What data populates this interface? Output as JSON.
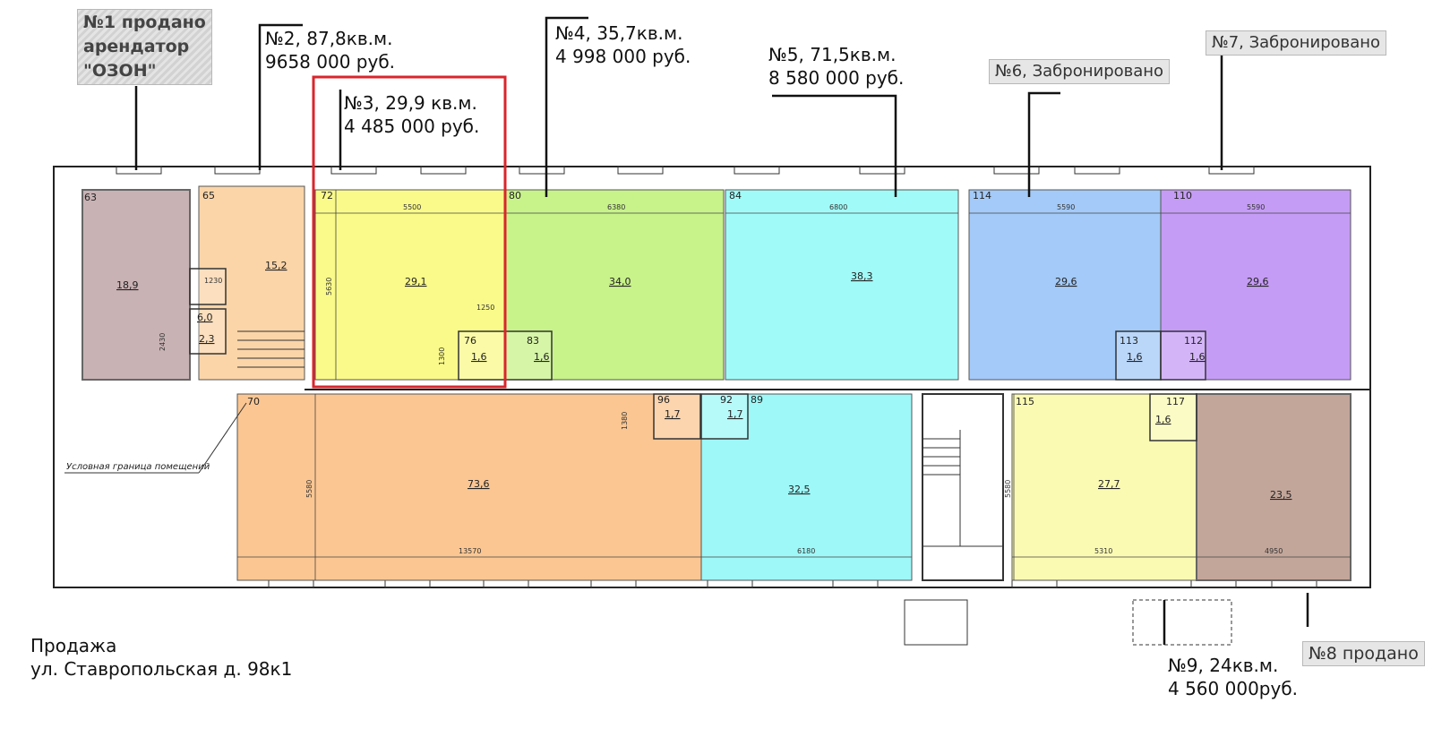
{
  "callouts": {
    "unit1": {
      "line1": "№1 продано",
      "line2": "арендатор",
      "line3": "\"ОЗОН\""
    },
    "unit2": {
      "line1": "№2, 87,8кв.м.",
      "line2": "9658 000 руб."
    },
    "unit3": {
      "line1": "№3, 29,9 кв.м.",
      "line2": "4 485 000 руб."
    },
    "unit4": {
      "line1": "№4, 35,7кв.м.",
      "line2": "4 998 000 руб."
    },
    "unit5": {
      "line1": "№5, 71,5кв.м.",
      "line2": "8 580 000 руб."
    },
    "unit6": {
      "line1": "№6, Забронировано"
    },
    "unit7": {
      "line1": "№7, Забронировано"
    },
    "unit8": {
      "line1": "№8 продано"
    },
    "unit9": {
      "line1": "№9, 24кв.м.",
      "line2": "4 560 000руб."
    }
  },
  "footer": {
    "line1": "Продажа",
    "line2": "ул. Ставропольская д. 98к1"
  },
  "plan": {
    "border_note": "Условная граница помещений",
    "room_numbers": {
      "r65": "65",
      "r70": "70",
      "r72": "72",
      "r80": "80",
      "r84": "84",
      "r114": "114",
      "r110": "110",
      "r115": "115",
      "r76": "76",
      "r83": "83",
      "r96": "96",
      "r92": "92",
      "r89": "89",
      "r113": "113",
      "r112": "112",
      "r117": "117",
      "r63": "63"
    },
    "areas": {
      "a_ozon": "18,9",
      "a_152": "15,2",
      "a_291": "29,1",
      "a_340": "34,0",
      "a_383": "38,3",
      "a_296a": "29,6",
      "a_296b": "29,6",
      "a_736": "73,6",
      "a_325": "32,5",
      "a_277": "27,7",
      "a_235": "23,5",
      "a_wc76": "1,6",
      "a_wc83": "1,6",
      "a_wc96": "1,7",
      "a_wc92": "1,7",
      "a_wc113": "1,6",
      "a_wc112": "1,6",
      "a_wc117": "1,6",
      "a_sm1": "2,3",
      "a_sm2": "6,0"
    },
    "dims": {
      "d5500": "5500",
      "d6380": "6380",
      "d6800": "6800",
      "d5590a": "5590",
      "d5590b": "5590",
      "d13570": "13570",
      "d6180": "6180",
      "d5310": "5310",
      "d4950": "4950",
      "d5630": "5630",
      "d5580a": "5580",
      "d5580b": "5580",
      "d1250": "1250",
      "d1300": "1300",
      "d1380": "1380",
      "d1230": "1230",
      "d2430": "2430"
    },
    "colors": {
      "ozon": "#c9b2b4",
      "stair_left": "#fbd5a8",
      "u3": "#fafa8a",
      "u4": "#c8f28a",
      "u5": "#a0fbf8",
      "u6": "#a3caf8",
      "u7": "#c59cf5",
      "u2_low": "#fbc692",
      "u5_low": "#9ef8f8",
      "u9": "#fafab2",
      "u8": "#c3a69a",
      "highlight": "#d9262c"
    }
  }
}
